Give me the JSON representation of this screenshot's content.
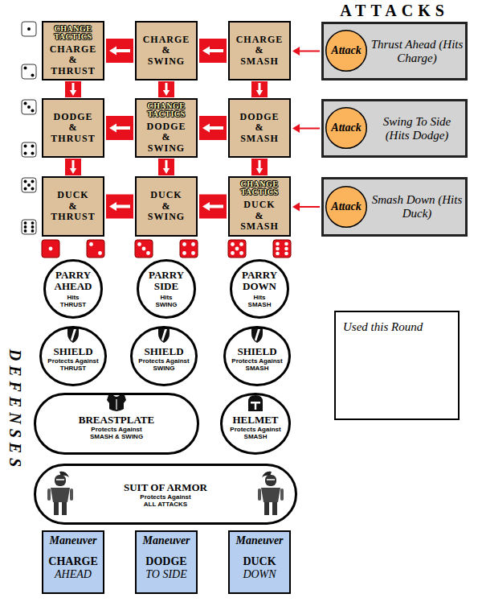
{
  "diagram": {
    "nodes": [
      {
        "text": [
          "CHANGE TACTICS",
          "CHARGE & THRUST"
        ]
      },
      {
        "text": [
          "CHARGE & SWING"
        ]
      },
      {
        "text": [
          "CHARGE & SMASH"
        ]
      },
      {
        "text": [
          "Thrust Ahead (Hits Charge)"
        ]
      },
      {
        "text": [
          "Attack"
        ],
        "in": 3
      },
      {
        "text": [
          "DODGE & THRUST"
        ]
      },
      {
        "text": [
          "CHANGE TACTICS",
          "DODGE & SWING"
        ]
      },
      {
        "text": [
          "DODGE & SMASH"
        ]
      },
      {
        "text": [
          "Swing To Side (Hits Dodge)"
        ]
      },
      {
        "text": [
          "Attack"
        ],
        "in": 8
      },
      {
        "text": [
          "DUCK & THRUST"
        ]
      },
      {
        "text": [
          "DUCK & SWING"
        ]
      },
      {
        "text": [
          "CHANGE TACTICS",
          "DUCK & SMASH"
        ]
      },
      {
        "text": [
          "Smash Down (Hits Duck)"
        ]
      },
      {
        "text": [
          "Attack"
        ],
        "in": 13
      },
      {
        "text": [
          "PARRY AHEAD",
          "Hits THRUST"
        ]
      },
      {
        "text": [
          "PARRY SIDE",
          "Hits SWING"
        ]
      },
      {
        "text": [
          "PARRY DOWN",
          "Hits SMASH"
        ]
      },
      {
        "text": [
          "Used this Round"
        ]
      },
      {
        "text": [
          "SHIELD",
          "Protects Against THRUST"
        ]
      },
      {
        "text": [
          "SHIELD",
          "Protects Against SWING"
        ]
      },
      {
        "text": [
          "SHIELD",
          "Protects Against SMASH"
        ]
      },
      {
        "text": [
          "BREASTPLATE",
          "Protects Against SMASH & SWING"
        ]
      },
      {
        "text": [
          "HELMET",
          "Protects Against SMASH"
        ]
      },
      {
        "text": [
          "SUIT OF ARMOR",
          "Protects Against ALL ATTACKS"
        ]
      },
      {
        "text": [
          "Maneuver",
          "CHARGE",
          "AHEAD"
        ]
      },
      {
        "text": [
          "Maneuver",
          "DODGE",
          "TO SIDE"
        ]
      },
      {
        "text": [
          "Maneuver",
          "DUCK",
          "DOWN"
        ]
      }
    ],
    "edges": [
      {
        "from": 3,
        "to": 2,
        "arrow": "to"
      },
      {
        "from": 2,
        "to": 1,
        "arrow": "to"
      },
      {
        "from": 1,
        "to": 0,
        "arrow": "to"
      },
      {
        "from": 0,
        "to": 5,
        "arrow": "to"
      },
      {
        "from": 1,
        "to": 6,
        "arrow": "to"
      },
      {
        "from": 2,
        "to": 7,
        "arrow": "to"
      },
      {
        "from": 8,
        "to": 7,
        "arrow": "to"
      },
      {
        "from": 7,
        "to": 6,
        "arrow": "to"
      },
      {
        "from": 6,
        "to": 5,
        "arrow": "to"
      },
      {
        "from": 5,
        "to": 10,
        "arrow": "to"
      },
      {
        "from": 6,
        "to": 11,
        "arrow": "to"
      },
      {
        "from": 7,
        "to": 12,
        "arrow": "to"
      },
      {
        "from": 13,
        "to": 12,
        "arrow": "to"
      },
      {
        "from": 12,
        "to": 11,
        "arrow": "to"
      },
      {
        "from": 11,
        "to": 10,
        "arrow": "to"
      }
    ],
    "labels": [
      "ATTACKS",
      "DEFENSES"
    ]
  }
}
